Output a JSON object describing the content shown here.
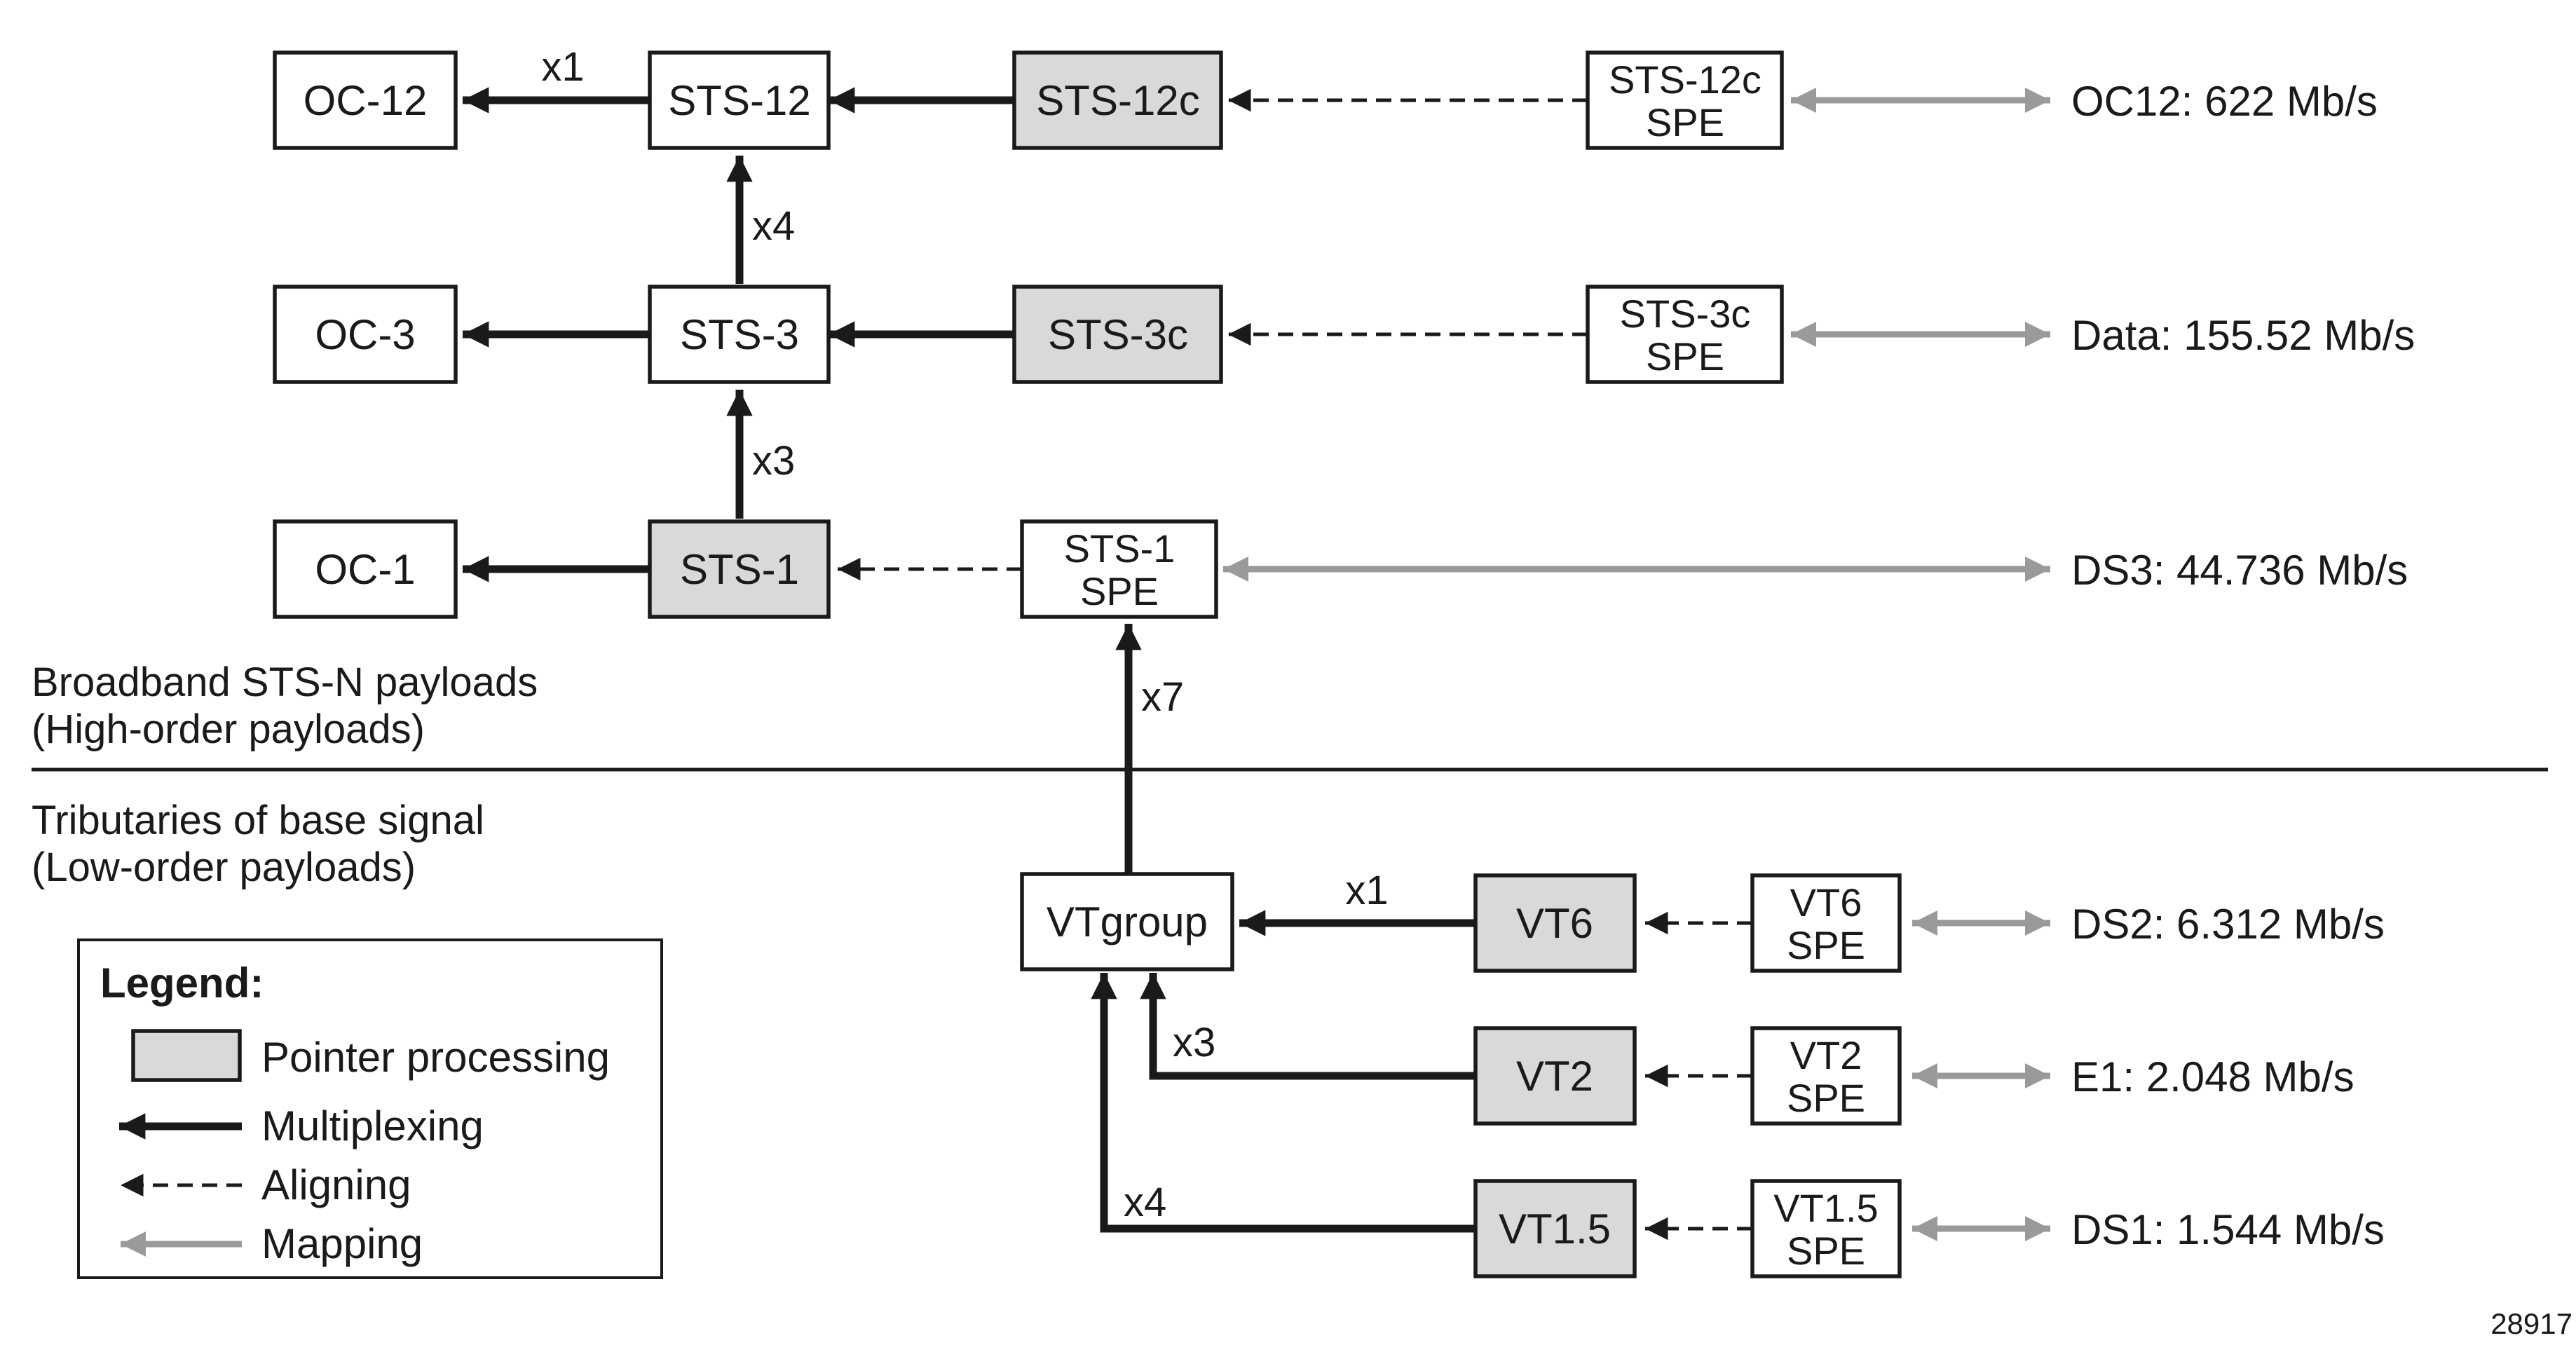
{
  "boxes": {
    "oc12": "OC-12",
    "sts12": "STS-12",
    "sts12c": "STS-12c",
    "sts12c_spe": [
      "STS-12c",
      "SPE"
    ],
    "oc3": "OC-3",
    "sts3": "STS-3",
    "sts3c": "STS-3c",
    "sts3c_spe": [
      "STS-3c",
      "SPE"
    ],
    "oc1": "OC-1",
    "sts1": "STS-1",
    "sts1_spe": [
      "STS-1",
      "SPE"
    ],
    "vtgroup": "VTgroup",
    "vt6": "VT6",
    "vt6_spe": [
      "VT6",
      "SPE"
    ],
    "vt2": "VT2",
    "vt2_spe": [
      "VT2",
      "SPE"
    ],
    "vt15": "VT1.5",
    "vt15_spe": [
      "VT1.5",
      "SPE"
    ]
  },
  "signals": {
    "oc12": "OC12: 622 Mb/s",
    "data": "Data: 155.52 Mb/s",
    "ds3": "DS3: 44.736 Mb/s",
    "ds2": "DS2: 6.312 Mb/s",
    "e1": "E1: 2.048 Mb/s",
    "ds1": "DS1: 1.544 Mb/s"
  },
  "multipliers": {
    "sts12_to_oc12": "x1",
    "sts3_to_sts12": "x4",
    "sts1_to_sts3": "x3",
    "vtgroup_to_sts1spe": "x7",
    "vt6_to_vtgroup": "x1",
    "vt2_to_vtgroup": "x3",
    "vt15_to_vtgroup": "x4"
  },
  "sections": {
    "high_order": [
      "Broadband STS-N payloads",
      "(High-order payloads)"
    ],
    "low_order": [
      "Tributaries of base signal",
      "(Low-order payloads)"
    ]
  },
  "legend": {
    "title": "Legend:",
    "items": [
      "Pointer processing",
      "Multiplexing",
      "Aligning",
      "Mapping"
    ]
  },
  "figure_number": "28917",
  "colors": {
    "pointer_processing_fill": "#d9d9d9",
    "mapping_arrow": "#9a9a9a",
    "line": "#1a1a1a"
  }
}
